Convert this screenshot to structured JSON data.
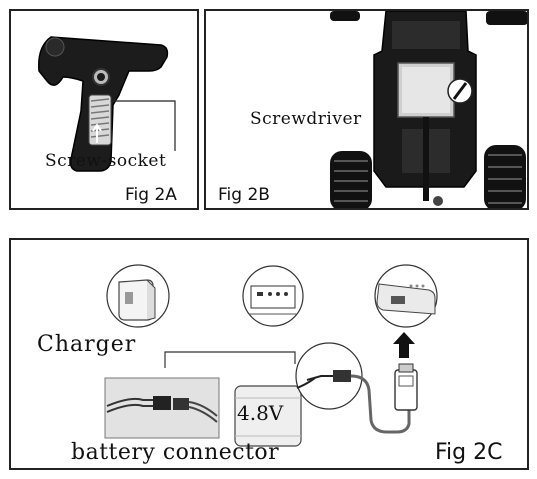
{
  "fig2a": {
    "callout": "Screw-socket",
    "caption": "Fig 2A"
  },
  "fig2b": {
    "callout": "Screwdriver",
    "caption": "Fig 2B"
  },
  "fig2c": {
    "charger_label": "Charger",
    "battery_voltage": "4.8V",
    "connector_label": "battery connector",
    "caption": "Fig 2C"
  },
  "icons": [
    "remote-controller-icon",
    "car-chassis-icon",
    "screwdriver-icon",
    "wall-charger-icon",
    "charging-port-icon",
    "charging-socket-closeup-icon",
    "battery-pack-icon",
    "usb-plug-icon",
    "battery-connector-photo",
    "arrow-up-icon"
  ]
}
